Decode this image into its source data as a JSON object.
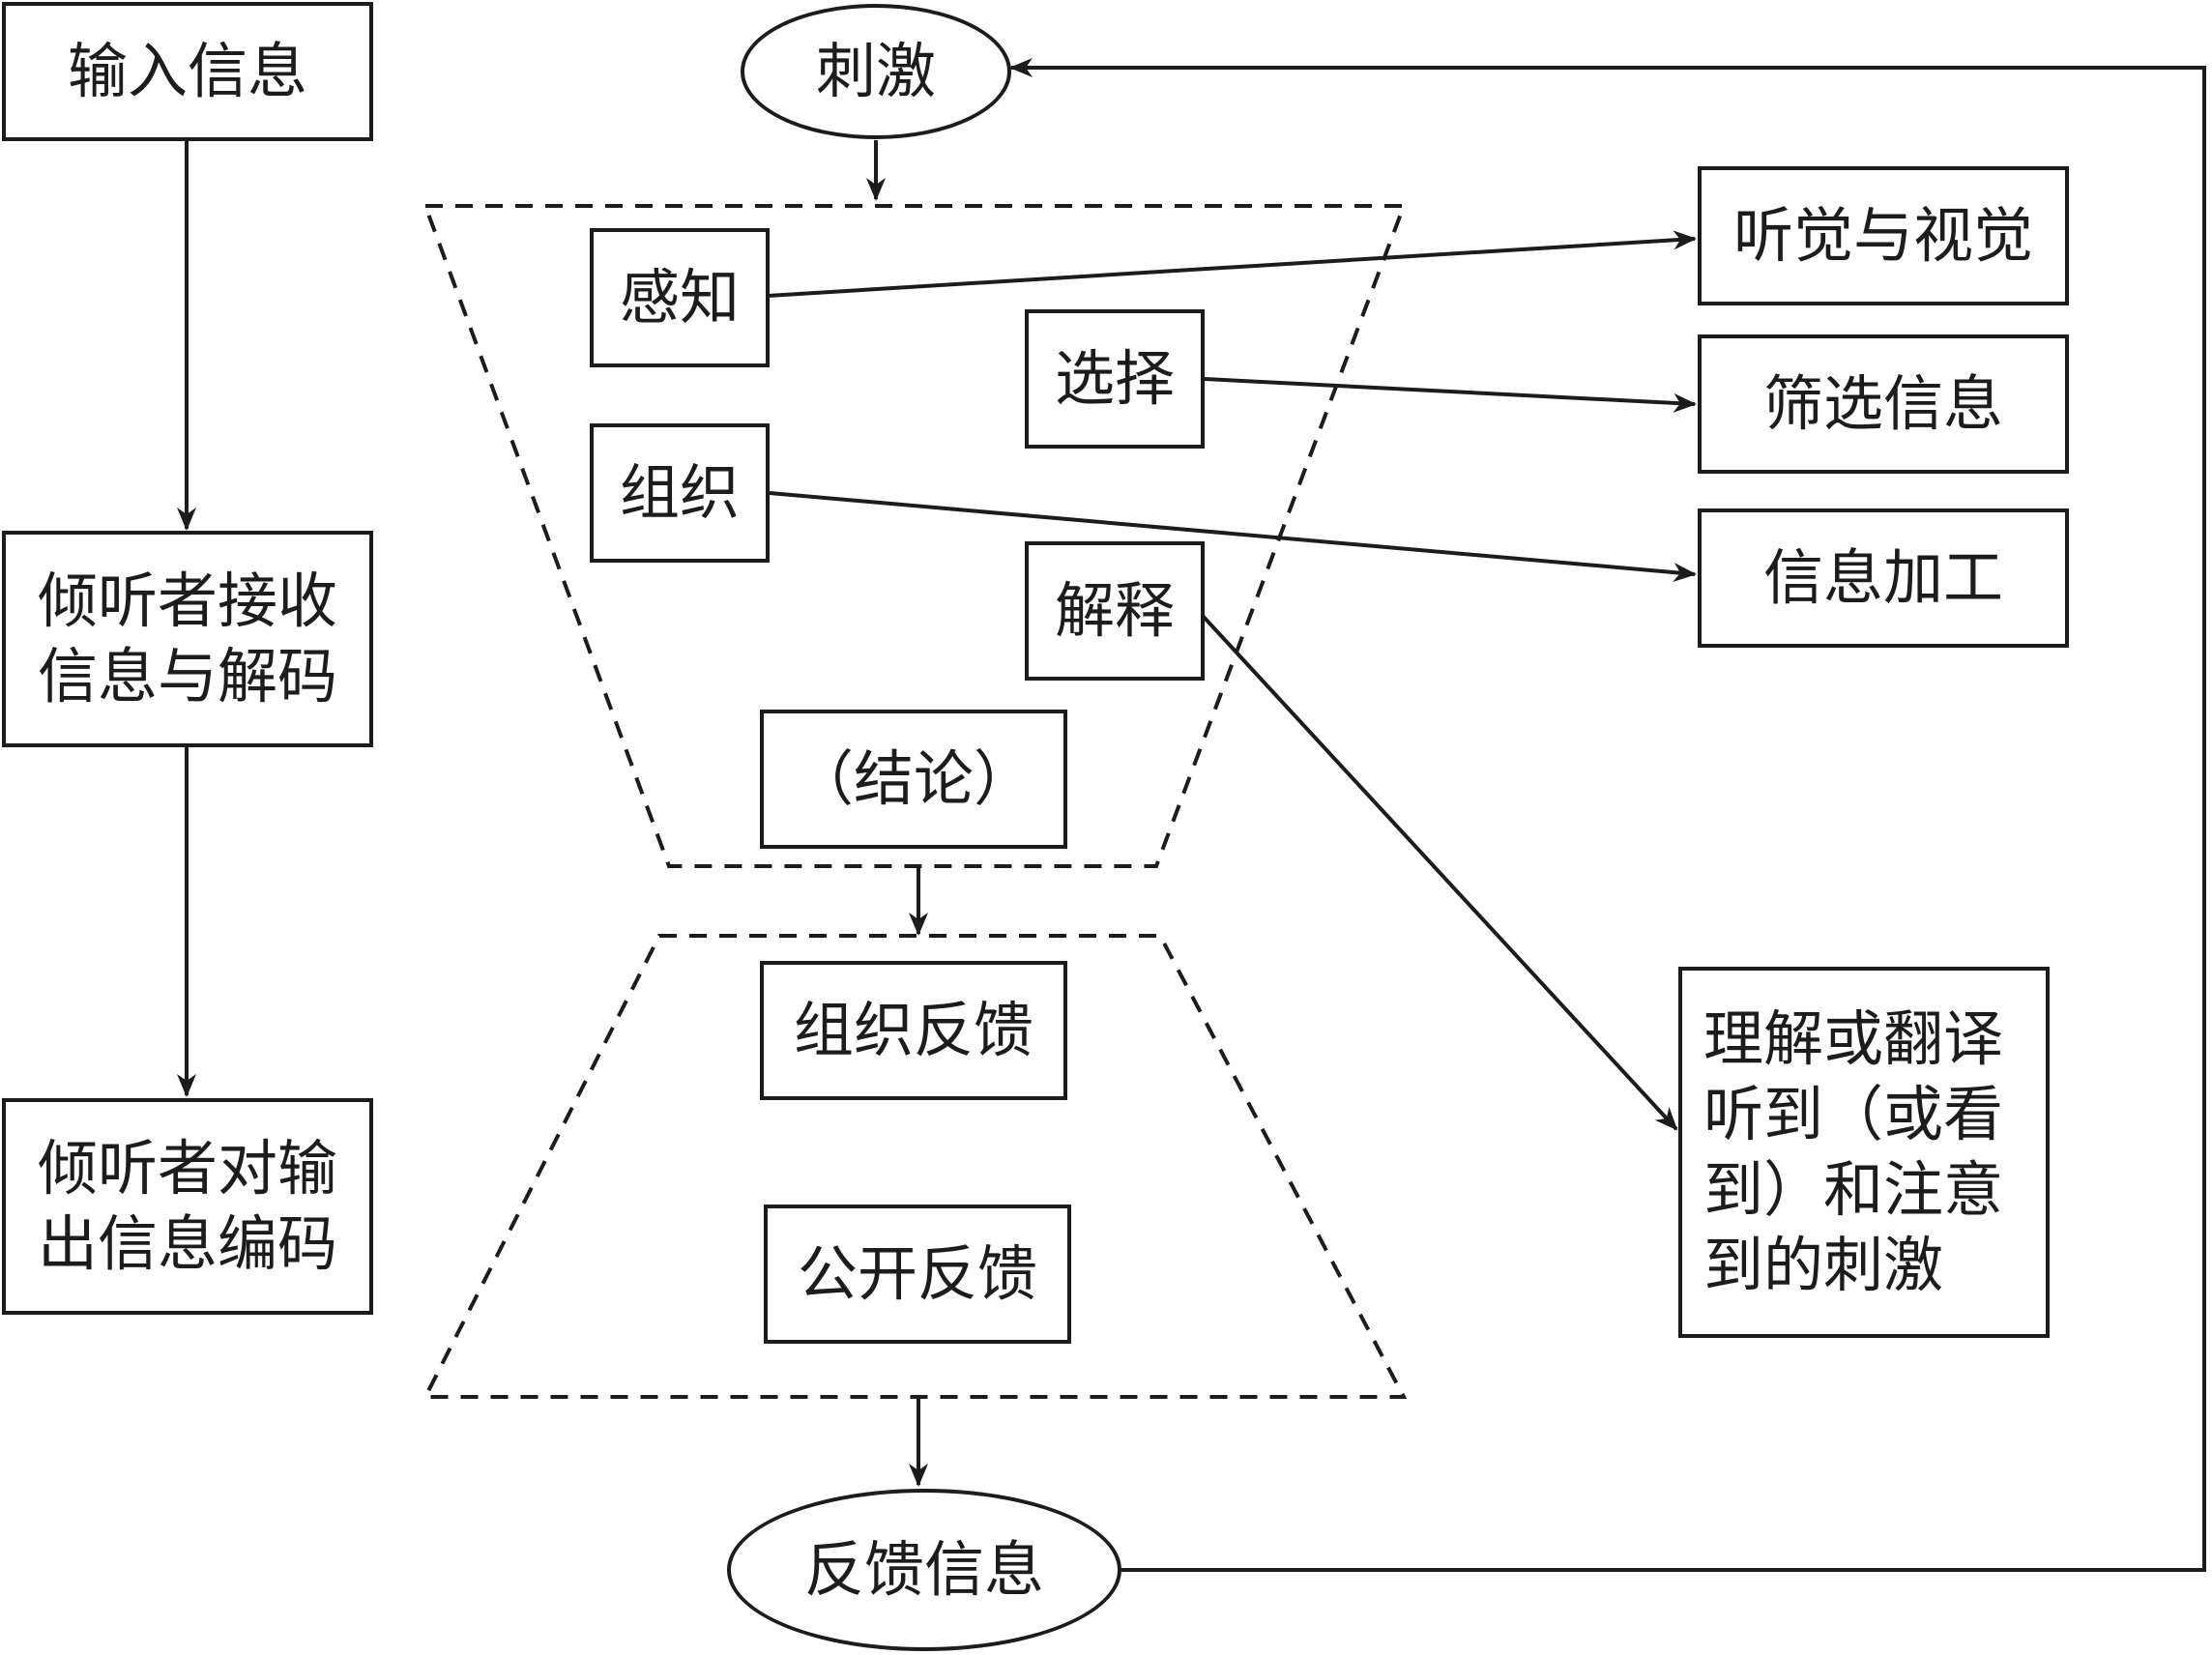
{
  "colors": {
    "line": "#1c1c1c",
    "background": "#ffffff"
  },
  "nodes": {
    "input_info": "输入信息",
    "listener_receive": [
      "倾听者接收",
      "信息与解码"
    ],
    "listener_encode": [
      "倾听者对输",
      "出信息编码"
    ],
    "stimulus": "刺激",
    "perception": "感知",
    "selection": "选择",
    "organization": "组织",
    "interpretation": "解释",
    "conclusion": "（结论）",
    "organize_feedback": "组织反馈",
    "public_feedback": "公开反馈",
    "feedback_info": "反馈信息",
    "hearing_vision": "听觉与视觉",
    "filter_info": "筛选信息",
    "info_processing": "信息加工",
    "understand_translate": [
      "理解或翻译",
      "听到（或看",
      "到）和注意",
      "到的刺激"
    ]
  }
}
